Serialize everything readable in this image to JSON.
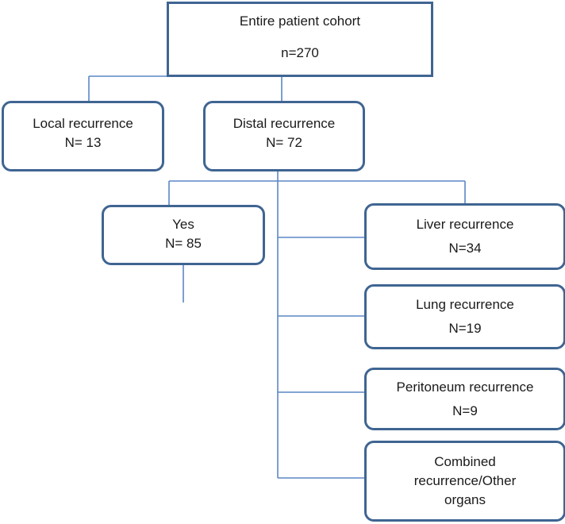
{
  "nodes": {
    "cohort": {
      "title": "Entire patient cohort",
      "count": "n=270"
    },
    "local": {
      "title": "Local recurrence",
      "count": "N= 13"
    },
    "distal": {
      "title": "Distal recurrence",
      "count": "N= 72"
    },
    "yes": {
      "title": "Yes",
      "count": "N= 85"
    },
    "liver": {
      "title": "Liver recurrence",
      "count": "N=34"
    },
    "lung": {
      "title": "Lung recurrence",
      "count": "N=19"
    },
    "peritoneum": {
      "title": "Peritoneum recurrence",
      "count": "N=9"
    },
    "combined": {
      "title": "Combined recurrence/Other organs"
    }
  },
  "colors": {
    "box_border": "#3f6592",
    "connector": "#5b87c5"
  }
}
